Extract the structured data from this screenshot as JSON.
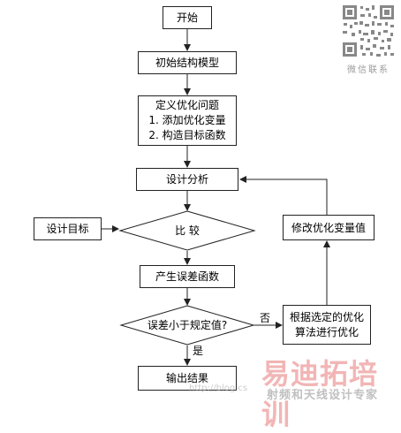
{
  "nodes": {
    "start": "开始",
    "init_model": "初始结构模型",
    "define_problem": {
      "title": "定义优化问题",
      "step1": "1. 添加优化变量",
      "step2": "2. 构造目标函数"
    },
    "design_analysis": "设计分析",
    "design_target": "设计目标",
    "compare": "比  较",
    "error_function": "产生误差函数",
    "decision": "误差小于规定值?",
    "optimize_algorithm": {
      "line1": "根据选定的优化",
      "line2": "算法进行优化"
    },
    "modify_variables": "修改优化变量值",
    "output": "输出结果"
  },
  "edge_labels": {
    "no": "否",
    "yes": "是"
  },
  "watermark": {
    "qr_caption": "微信联系",
    "brand": "易迪拓培训",
    "slogan": "射频和天线设计专家",
    "url": "http://blog.cs"
  },
  "colors": {
    "line": "#222222",
    "watermark_red": "#e87878",
    "watermark_gray": "#969696"
  }
}
